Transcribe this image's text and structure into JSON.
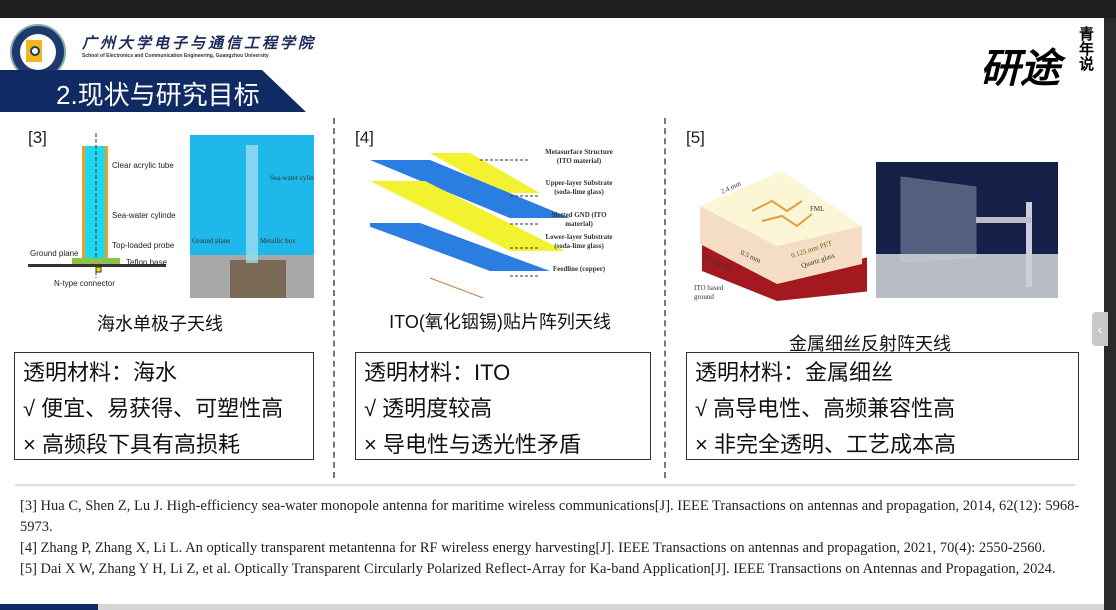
{
  "header": {
    "school_cn": "广州大学电子与通信工程学院",
    "school_en": "School of Electronics and Communication Engineering, Guangzhou University",
    "section_title": "2.现状与研究目标",
    "calligraphy_main": "研途",
    "calligraphy_side": "青年说"
  },
  "panels": [
    {
      "ref": "[3]",
      "caption": "海水单极子天线",
      "labels": [
        "Clear acrylic tube",
        "Sea-water cylinder",
        "Top-loaded probe",
        "Ground plane",
        "Teflon base",
        "N-type connector",
        "Sea-water cylinder",
        "Ground plane",
        "Metallic box"
      ],
      "box": [
        "透明材料：海水",
        "√ 便宜、易获得、可塑性高",
        "× 高频段下具有高损耗"
      ]
    },
    {
      "ref": "[4]",
      "caption": "ITO(氧化铟锡)贴片阵列天线",
      "labels": [
        "Metasurface Structure (ITO material)",
        "Upper-layer Substrate (soda-lime glass)",
        "Slotted GND (ITO material)",
        "Lower-layer Substrate (soda-lime glass)",
        "Feedline (copper)"
      ],
      "box": [
        "透明材料：ITO",
        "√ 透明度较高",
        "× 导电性与透光性矛盾"
      ]
    },
    {
      "ref": "[5]",
      "caption": "金属细丝反射阵天线",
      "labels": [
        "2.4 mm",
        "FML",
        "0.125 mm PET",
        "Quartz glass",
        "0.5 mm",
        "0.5 mm Air",
        "ITO based ground"
      ],
      "box": [
        "透明材料：金属细丝",
        "√ 高导电性、高频兼容性高",
        "× 非完全透明、工艺成本高"
      ]
    }
  ],
  "references": [
    "[3] Hua C, Shen Z, Lu J. High-efficiency sea-water monopole antenna for maritime wireless communications[J]. IEEE Transactions on antennas and propagation, 2014, 62(12): 5968-5973.",
    "[4] Zhang P, Zhang X, Li L. An optically transparent metantenna for RF wireless energy harvesting[J]. IEEE Transactions on antennas and propagation, 2021, 70(4): 2550-2560.",
    "[5] Dai X W, Zhang Y H, Li Z, et al. Optically Transparent Circularly Polarized Reflect-Array for Ka-band Application[J]. IEEE Transactions on Antennas and Propagation, 2024."
  ],
  "side_tab": "‹",
  "colors": {
    "navy": "#102a63",
    "cyan": "#1cc8f0",
    "blue": "#2a7de1",
    "yellow": "#f2f230",
    "red": "#a3191f"
  }
}
